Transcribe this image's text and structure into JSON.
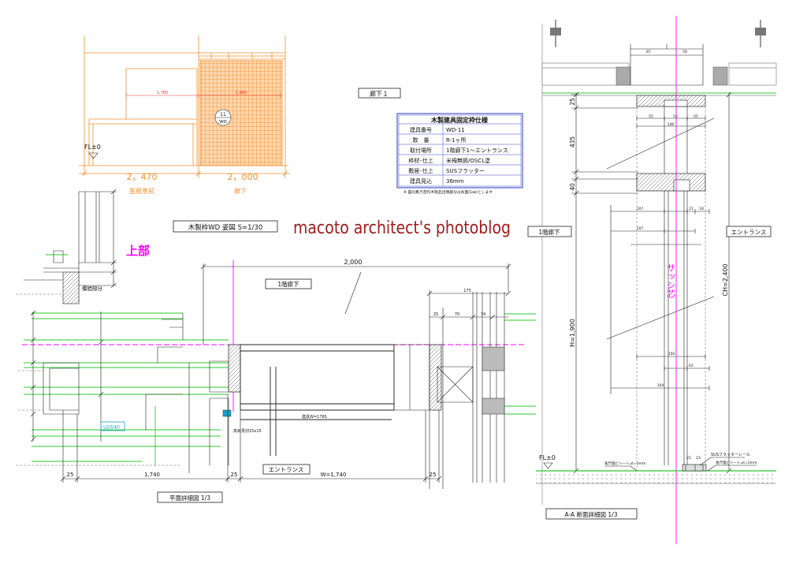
{
  "colors": {
    "elevation": "#f0902e",
    "grid_line": "#2ec82e",
    "center_line": "#ff00ff",
    "table_border": "#3a46c8",
    "watermark": "#a01c1c",
    "cyan": "#1aa0c8",
    "dimension_red": "#e03a3a"
  },
  "elevation": {
    "fl_label": "FL±0",
    "dim_left": "2，470",
    "dim_right": "2，000",
    "room_left": "医務室前",
    "room_right": "廊下",
    "inner_dim_left": "1,780",
    "inner_dim_right": "1,960",
    "tag_number": "11",
    "tag_type": "WD",
    "title": "木製枠WD 姿図 S=1/30"
  },
  "corridor_tag": "廊下１",
  "spec_table": {
    "title": "木製建具固定枠仕様",
    "rows": [
      {
        "label": "建具番号",
        "value": "WD-11"
      },
      {
        "label": "数　量",
        "value": "R-1ヶ所"
      },
      {
        "label": "取付場所",
        "value": "1階廊下1～エントランス"
      },
      {
        "label": "枠材･仕上",
        "value": "米栂無節/OSCL塗"
      },
      {
        "label": "敷居･仕上",
        "value": "SUSフラッター"
      },
      {
        "label": "建具見込",
        "value": "36mm"
      }
    ],
    "note": "※ 図の無き造作木製品出隅部分は糸面(1㎜)とします"
  },
  "watermark": "macoto architect's photoblog",
  "upper_detail": {
    "title": "上部",
    "label": "欄間部分"
  },
  "plan": {
    "top_room": "1階廊下",
    "top_dim": "2,000",
    "bottom_room": "エントランス",
    "lgs_label": "LGS40",
    "trim_label": "高目見切15x15",
    "door_width_label": "建具W=1765",
    "sash_dims": [
      "175",
      "25",
      "70",
      "74"
    ],
    "bottom_dims": [
      "25",
      "1,740",
      "25",
      "W=1,740",
      "25"
    ],
    "title": "平面詳細図 1/3"
  },
  "section": {
    "left_room": "1階廊下",
    "right_room": "エントランス",
    "sash_center": "サッシ芯",
    "dim_top": "25",
    "dim_upper": "435",
    "dim_frame": "40",
    "dim_door_height": "H=1,900",
    "ceiling_height": "CH=2,400",
    "fl_label": "FL±0",
    "rail_label": "SUSフラッターレール",
    "sheet_left": "長尺塩ビシート⊿t=2mm",
    "sheet_right": "長尺塩ビシート⊿t=2mm",
    "head_dims": [
      "87",
      "59"
    ],
    "frame_dims": [
      "55",
      "55",
      "55"
    ],
    "frame_width": "146",
    "leaf_dims_a": [
      "107",
      "21",
      "18"
    ],
    "leaf_dim_b": "107",
    "leaf_dim_c": "150",
    "leaf_dim_d": "61",
    "leaf_dim_e": "104",
    "rail_dims": [
      "23",
      "23"
    ],
    "title": "A-A 断面詳細図 1/3"
  }
}
